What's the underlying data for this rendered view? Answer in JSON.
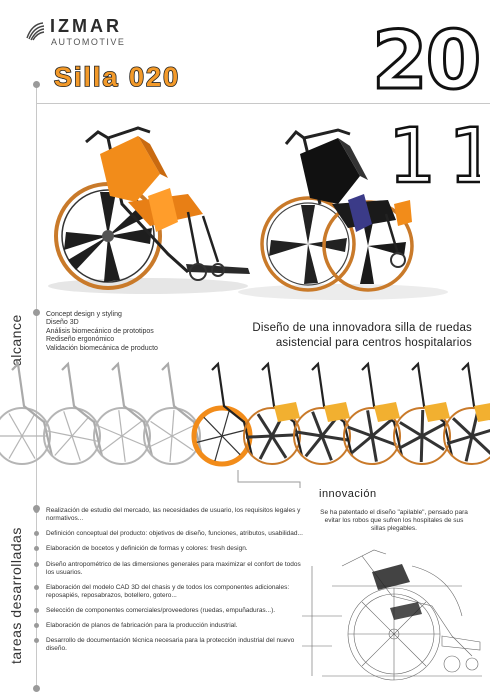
{
  "brand": {
    "name": "IZMAR",
    "subtitle": "AUTOMOTIVE"
  },
  "title": "Silla 020",
  "sheet_number": "20",
  "model_number": "11",
  "scope": {
    "label": "alcance",
    "items": [
      "Concept design y styling",
      "Diseño 3D",
      "Análisis biomecánico de prototipos",
      "Rediseño ergonómico",
      "Validación biomecánica de producto"
    ]
  },
  "tagline": {
    "line1": "Diseño de una innovadora silla de ruedas",
    "line2": "asistencial para centros hospitalarios"
  },
  "innovation": {
    "title": "innovación",
    "text": "Se ha patentado el diseño \"apilable\", pensado para evitar los robos que sufren los hospitales de sus sillas plegables."
  },
  "tasks": {
    "label": "tareas desarrolladas",
    "items": [
      "Realización de estudio del mercado, las necesidades de usuario, los requisitos legales y normativos...",
      "Definición conceptual del producto: objetivos de diseño, funciones, atributos, usabilidad...",
      "Elaboración de bocetos y definición de formas y colores: fresh design.",
      "Diseño antropométrico de las dimensiones generales para maximizar el confort de todos los usuarios.",
      "Elaboración del modelo CAD 3D del chasis y de todos los componentes adicionales: reposapiés, reposabrazos, botellero, gotero...",
      "Selección de componentes comerciales/proveedores (ruedas, empuñaduras...).",
      "Elaboración de planos de fabricación para la producción industrial.",
      "Desarrollo de documentación técnica necesaria para la protección industrial del nuevo diseño."
    ]
  },
  "colors": {
    "accent_orange": "#f28c1a",
    "title_orange": "#f39a2a",
    "dark": "#222222",
    "line_gray": "#c8c8c8"
  }
}
